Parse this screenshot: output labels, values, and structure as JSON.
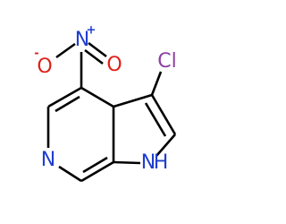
{
  "molecule": {
    "atoms": {
      "chlorine": {
        "label": "Cl",
        "color": "#8b3fa0"
      },
      "nitro_n": {
        "label": "N",
        "color": "#1f3ecf",
        "charge": "+"
      },
      "nitro_o_double": {
        "label": "O",
        "color": "#e0201a"
      },
      "nitro_o_single": {
        "label": "O",
        "color": "#e0201a",
        "charge": "-"
      },
      "pyridine_n": {
        "label": "N",
        "color": "#1f3ecf"
      },
      "pyrrole_n": {
        "label": "N",
        "color": "#1f3ecf"
      },
      "pyrrole_h": {
        "label": "H",
        "color": "#1f3ecf"
      }
    },
    "bond_color": "#000000"
  }
}
